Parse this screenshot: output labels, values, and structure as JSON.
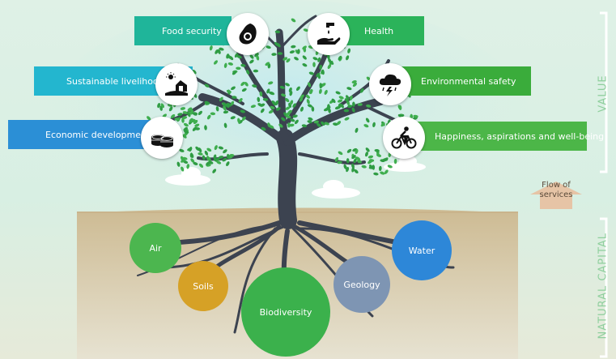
{
  "value_items": [
    {
      "label": "Food security",
      "side": "left",
      "color": "#1fb59a",
      "icon": "avocado-icon"
    },
    {
      "label": "Sustainable livelihoods",
      "side": "left",
      "color": "#23b6cf",
      "icon": "farm-sun-icon"
    },
    {
      "label": "Economic development",
      "side": "left",
      "color": "#2b8fd6",
      "icon": "coins-icon"
    },
    {
      "label": "Health",
      "side": "right",
      "color": "#2bb35a",
      "icon": "hand-water-icon"
    },
    {
      "label": "Environmental safety",
      "side": "right",
      "color": "#3aac3b",
      "icon": "storm-cloud-icon"
    },
    {
      "label": "Happiness, aspirations and well-being",
      "side": "right",
      "color": "#4cb648",
      "icon": "cyclist-icon"
    }
  ],
  "natural_capital": [
    {
      "label": "Air",
      "color": "#4cb64f"
    },
    {
      "label": "Soils",
      "color": "#d6a126"
    },
    {
      "label": "Biodiversity",
      "color": "#3bb14c"
    },
    {
      "label": "Geology",
      "color": "#7e95b3"
    },
    {
      "label": "Water",
      "color": "#2d87d8"
    }
  ],
  "side_labels": {
    "value": "VALUE",
    "natural_capital": "NATURAL CAPITAL"
  },
  "flow": {
    "line1": "Flow of",
    "line2": "services"
  },
  "colors": {
    "trunk": "#3c4350",
    "leaf": "#3fae4e",
    "ground": "#b89a6f"
  }
}
